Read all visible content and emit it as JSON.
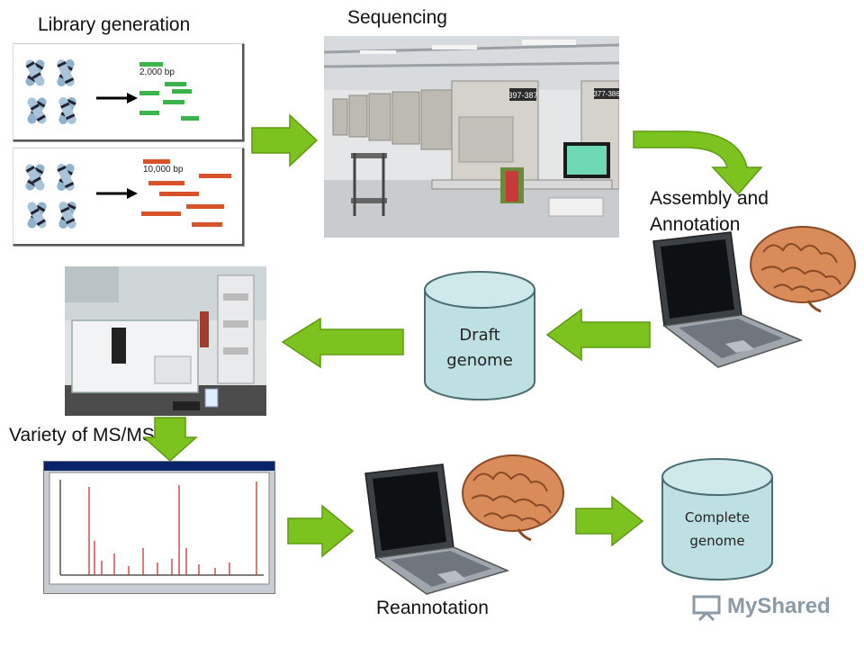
{
  "labels": {
    "library_generation": "Library generation",
    "sequencing": "Sequencing",
    "assembly": "Assembly and\nAnnotation",
    "draft_line1": "Draft",
    "draft_line2": "genome",
    "variety": "Variety of MS/MS",
    "reannotation": "Reannotation",
    "complete_line1": "Complete",
    "complete_line2": "genome"
  },
  "library": {
    "panel1_bp": "2,000 bp",
    "panel2_bp": "10,000 bp"
  },
  "sequencer": {
    "tag1": "397-387",
    "tag2": "377-386"
  },
  "watermark": {
    "text": "MyShared"
  },
  "colors": {
    "arrow_green": "#7dc31f",
    "arrow_green_dark": "#5e9a12",
    "fragment_green": "#3bb54a",
    "fragment_red": "#d9532a",
    "cylinder_fill": "#bfe0e3",
    "cylinder_stroke": "#4a6d73",
    "spectrum_line": "#cc2222"
  }
}
